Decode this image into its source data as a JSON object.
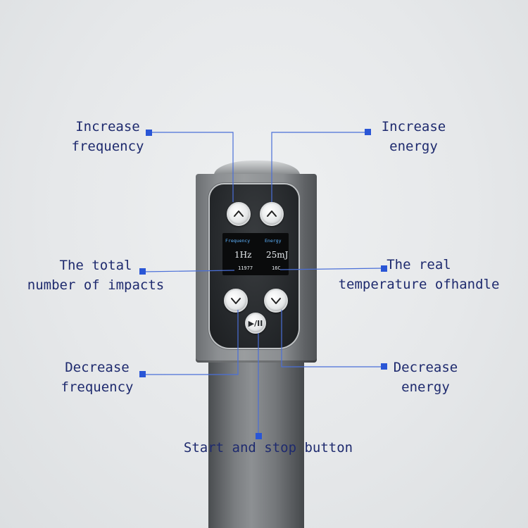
{
  "colors": {
    "label_text": "#1e2a6e",
    "leader_line": "#4a6fd8",
    "marker": "#2a56d6",
    "screen_label": "#5fb4ff",
    "screen_value": "#e9eef2"
  },
  "screen": {
    "frequency_label": "Frequency",
    "energy_label": "Energy",
    "frequency_value": "1Hz",
    "energy_value": "25mJ",
    "impacts_value": "11977",
    "temperature_value": "16C"
  },
  "buttons": {
    "increase_frequency_icon": "chevron-up-icon",
    "increase_energy_icon": "chevron-up-icon",
    "decrease_frequency_icon": "chevron-down-icon",
    "decrease_energy_icon": "chevron-down-icon",
    "start_stop_icon": "play-pause-icon",
    "start_stop_glyph": "▶/II"
  },
  "callouts": {
    "increase_frequency": [
      "Increase",
      "frequency"
    ],
    "increase_energy": [
      "Increase",
      "energy"
    ],
    "total_impacts": [
      "The total",
      "number of impacts"
    ],
    "real_temperature": [
      "The real",
      "temperature ofhandle"
    ],
    "decrease_frequency": [
      "Decrease",
      "frequency"
    ],
    "decrease_energy": [
      "Decrease",
      "energy"
    ],
    "start_stop": [
      "Start and stop button"
    ]
  }
}
